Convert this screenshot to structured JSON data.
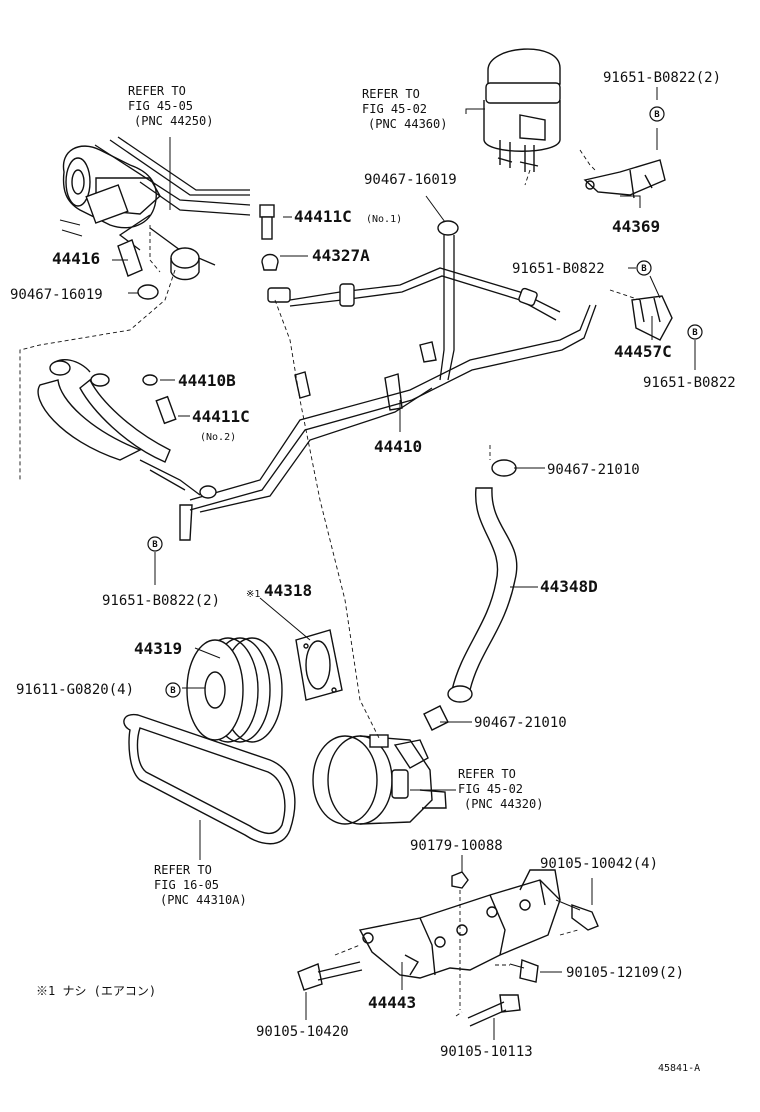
{
  "labels": {
    "ref_45_05": [
      "REFER TO",
      "FIG 45-05",
      "(PNC 44250)"
    ],
    "ref_45_02_top": [
      "REFER TO",
      "FIG 45-02",
      "(PNC 44360)"
    ],
    "ref_45_02_pump": [
      "REFER TO",
      "FIG 45-02",
      "(PNC 44320)"
    ],
    "ref_16_05": [
      "REFER TO",
      "FIG 16-05",
      "(PNC 44310A)"
    ],
    "p_91651_top": "91651-B0822(2)",
    "p_44369": "44369",
    "p_90467_16019_top": "90467-16019",
    "p_44411c_no1": "44411C",
    "no1": "(No.1)",
    "p_44327a": "44327A",
    "p_44416": "44416",
    "p_90467_16019_left": "90467-16019",
    "p_91651_mid": "91651-B0822",
    "p_44457c": "44457C",
    "p_91651_right": "91651-B0822",
    "p_44410b": "44410B",
    "p_44411c_no2": "44411C",
    "no2": "(No.2)",
    "p_44410": "44410",
    "p_90467_21010_top": "90467-21010",
    "p_91651_left": "91651-B0822(2)",
    "note_mark": "※1",
    "p_44318": "44318",
    "p_44348d": "44348D",
    "p_44319": "44319",
    "p_91611": "91611-G0820(4)",
    "p_90467_21010_bot": "90467-21010",
    "p_90179": "90179-10088",
    "p_90105_10042": "90105-10042(4)",
    "p_90105_12109": "90105-12109(2)",
    "p_44443": "44443",
    "p_90105_10420": "90105-10420",
    "p_90105_10113": "90105-10113",
    "footnote": "※1 ナシ (エアコン)",
    "fig_code": "45841-A",
    "badge": "B"
  }
}
